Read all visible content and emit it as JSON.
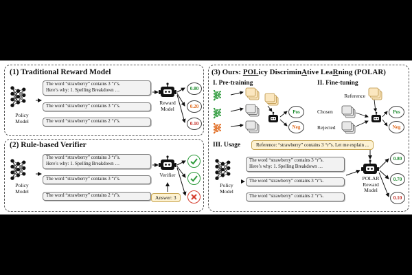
{
  "panel1": {
    "title": "(1) Traditional Reward Model",
    "policy_label": [
      "Policy",
      "Model"
    ],
    "reward_label": [
      "Reward",
      "Model"
    ],
    "responses": [
      {
        "line1": "The word “strawberry” contains 3 “r”s.",
        "line2": "Here’s why: 1. Spelling Breakdown …"
      },
      {
        "line1": "The word “strawberry” contains 3 “r”s."
      },
      {
        "line1": "The word “strawberry” contains 2 “r”s."
      }
    ],
    "scores": [
      "0.80",
      "0.20",
      "0.10"
    ]
  },
  "panel2": {
    "title": "(2) Rule-based Verifier",
    "policy_label": [
      "Policy",
      "Model"
    ],
    "verifier_label": "Verifier",
    "answer": "Answer: 3",
    "responses": [
      {
        "line1": "The word “strawberry” contains 3 “r”s.",
        "line2": "Here’s why: 1. Spelling Breakdown …"
      },
      {
        "line1": "The word “strawberry” contains 3 “r”s."
      },
      {
        "line1": "The word “strawberry” contains 2 “r”s."
      }
    ]
  },
  "panel3": {
    "title_prefix": "(3) Ours: ",
    "title_parts": [
      "POL",
      "icy Discrimin",
      "A",
      "tive Lea",
      "R",
      "ning (POLAR)"
    ],
    "pretrain_title": "I. Pre-training",
    "finetune_title": "II. Fine-tuning",
    "usage_title": "III. Usage",
    "pos": "Pos",
    "neg": "Neg",
    "reference": "Reference",
    "chosen": "Chosen",
    "rejected": "Rejected",
    "usage_reference": "Reference: “strawberry” contains 3 “r”s. Let me explain ...",
    "policy_label": [
      "Policy",
      "Model"
    ],
    "polar_label": [
      "POLAR",
      "Reward",
      "Model"
    ],
    "responses": [
      {
        "line1": "The word “strawberry” contains 3 “r”s.",
        "line2": "Here’s why: 1. Spelling Breakdown …"
      },
      {
        "line1": "The word “strawberry” contains 3 “r”s."
      },
      {
        "line1": "The word “strawberry” contains 2 “r”s."
      }
    ],
    "scores": [
      "0.80",
      "0.70",
      "0.10"
    ]
  },
  "colors": {
    "green": "#1e8a2e",
    "orange": "#e06a1e",
    "red": "#c0261e",
    "ref_fill": "#fdf2d2"
  }
}
